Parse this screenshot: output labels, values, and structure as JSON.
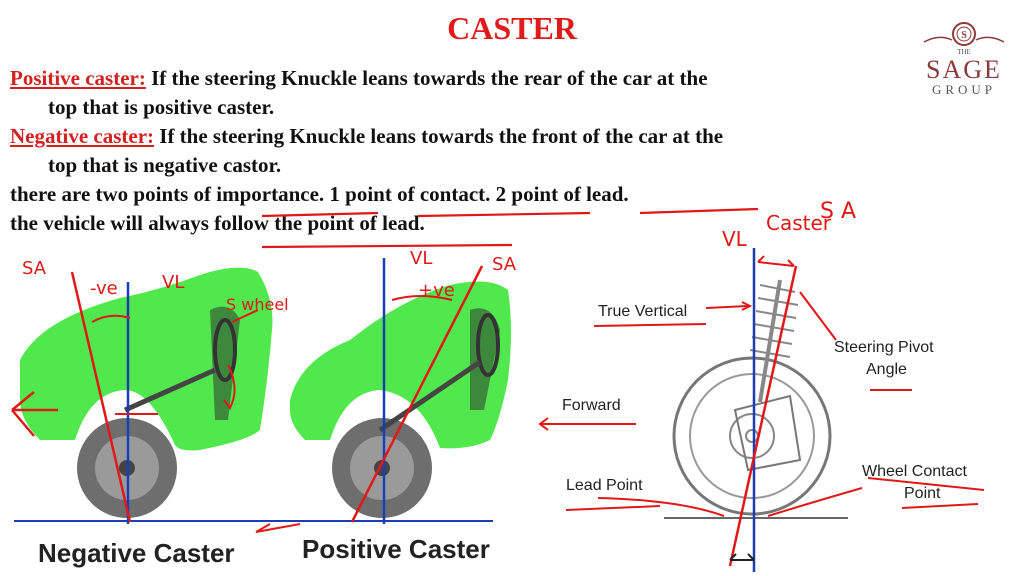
{
  "title": "CASTER",
  "logo": {
    "top_text": "THE",
    "main_text": "SAGE",
    "sub_text": "GROUP",
    "emblem": "S"
  },
  "paragraphs": {
    "positive": {
      "term": "Positive caster:",
      "line1": " If the steering Knuckle leans towards the rear of the car at the",
      "line2": "top that is positive caster."
    },
    "negative": {
      "term": "Negative caster:",
      "line1": " If the steering Knuckle leans towards the front of the car at the",
      "line2": "top that is negative castor."
    },
    "importance": "there are two points of importance. 1 point of contact. 2 point of lead.",
    "follow": "the vehicle will always follow the point of lead."
  },
  "left_diagram": {
    "negative_label": "Negative Caster",
    "positive_label": "Positive Caster",
    "annotations": {
      "sa_left": "SA",
      "neg_ve": "-ve",
      "vl_left": "VL",
      "s_wheel": "S wheel",
      "vl_right": "VL",
      "sa_right": "SA",
      "pos_ve": "+ve"
    }
  },
  "right_diagram": {
    "true_vertical": "True Vertical",
    "steering_pivot": "Steering Pivot",
    "angle": "Angle",
    "forward": "Forward",
    "lead_point": "Lead Point",
    "wheel_contact": "Wheel Contact",
    "point": "Point",
    "annotations": {
      "sa": "S A",
      "vl": "VL",
      "caster": "Caster"
    }
  },
  "colors": {
    "title": "#e01b1b",
    "term": "#d42020",
    "car_green": "#3ee63a",
    "axis_blue": "#1a3fb5",
    "ink_red": "#e01818"
  }
}
